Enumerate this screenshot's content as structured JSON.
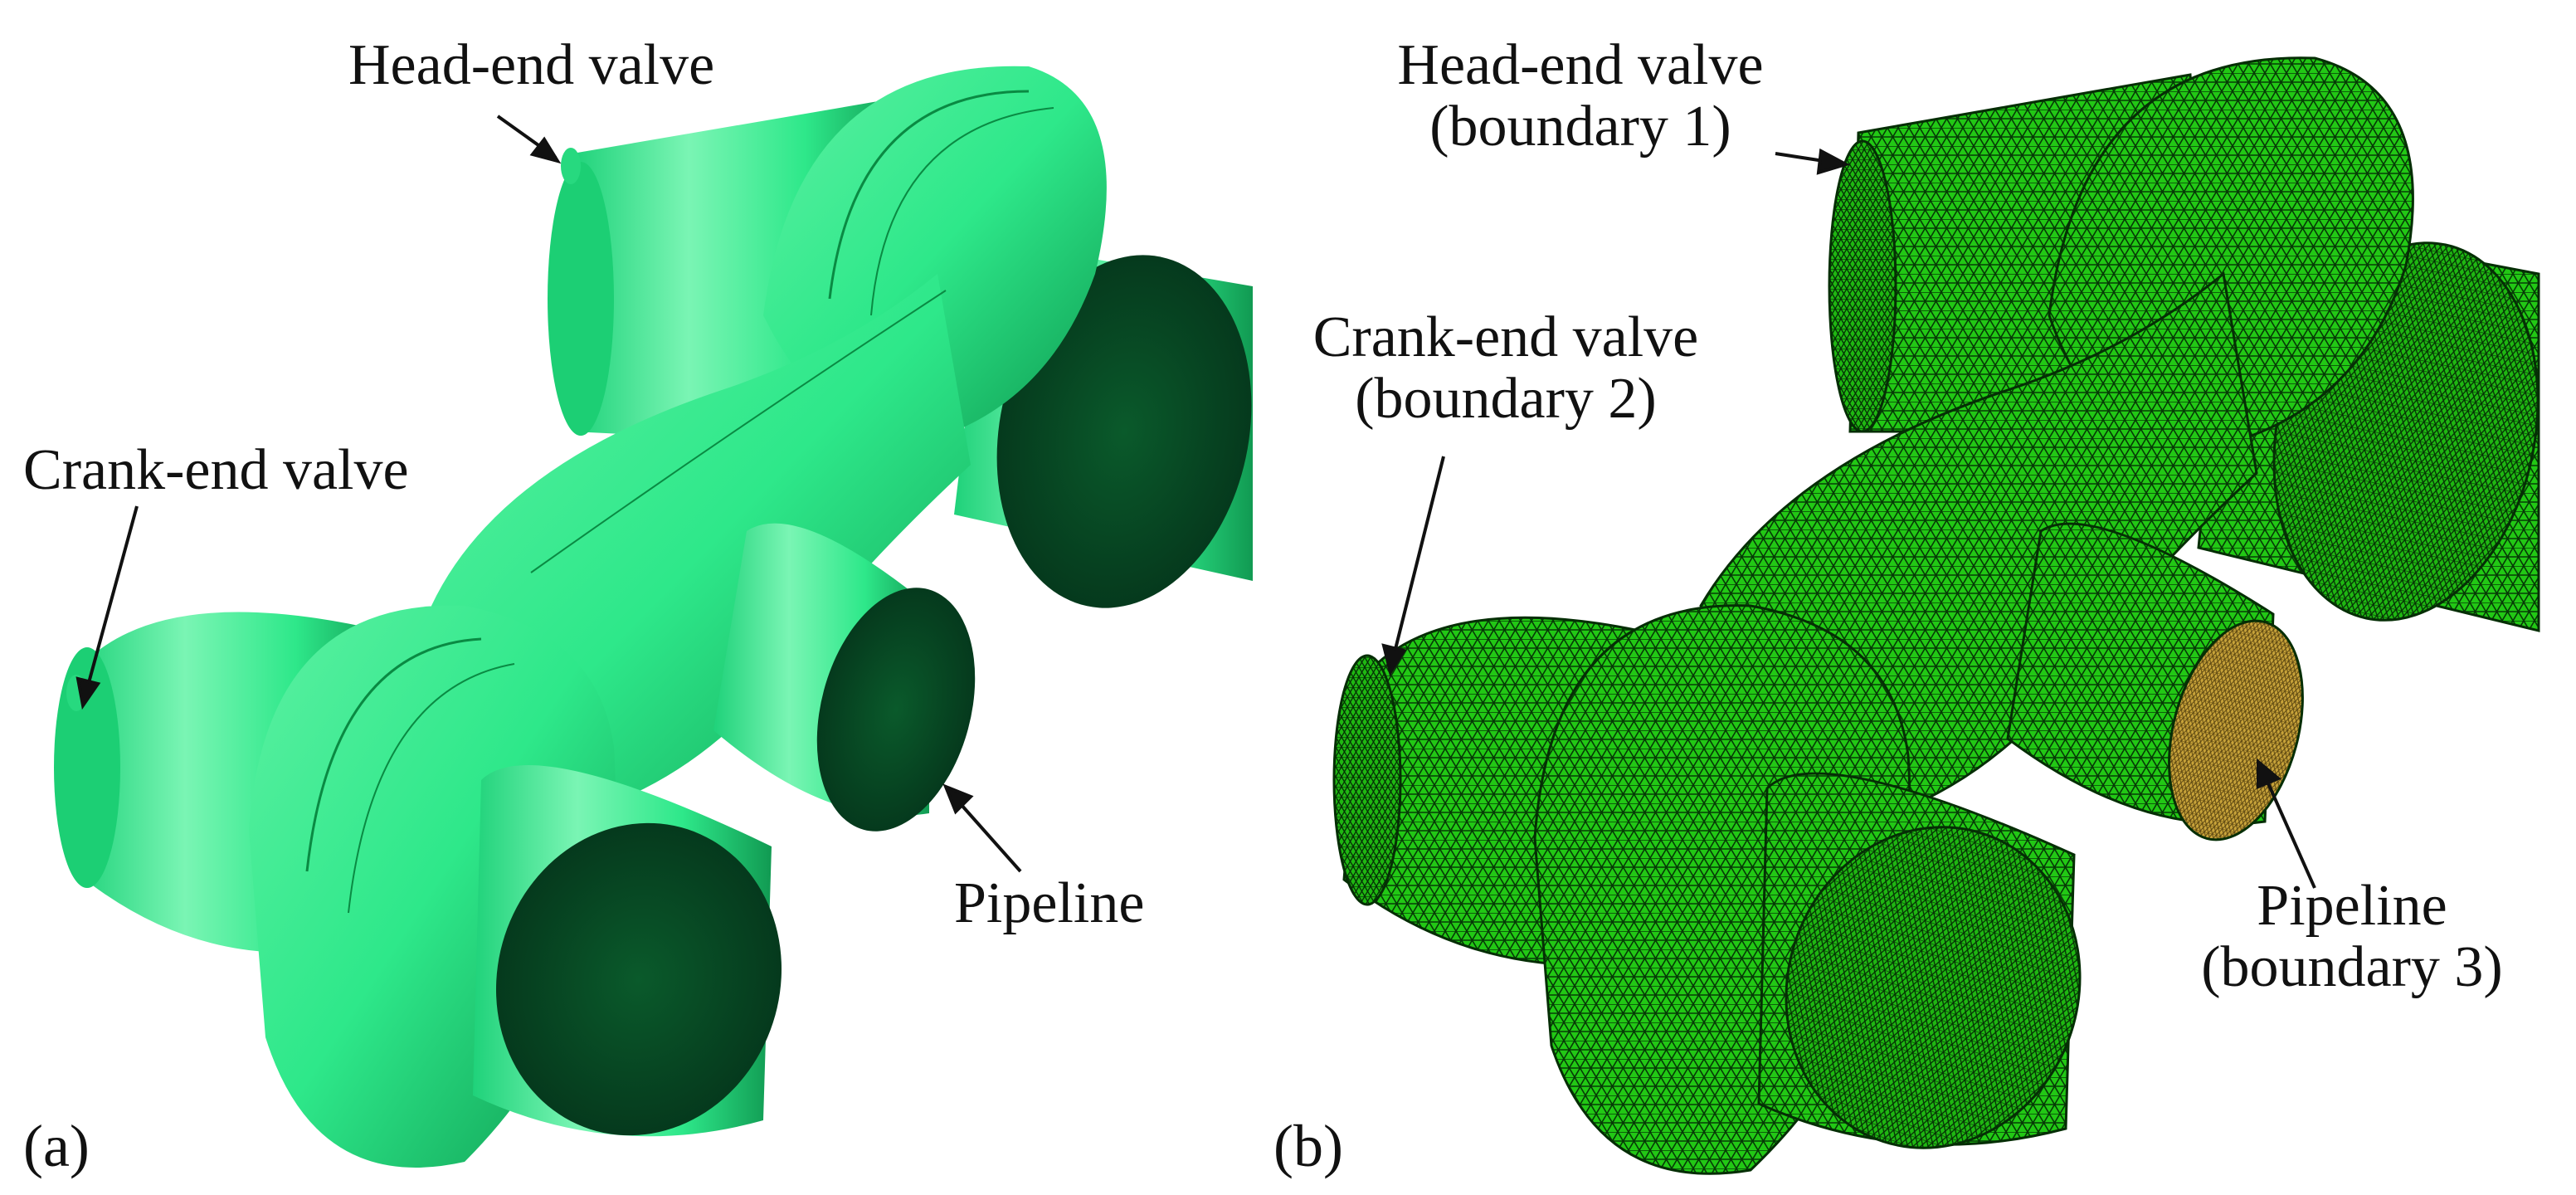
{
  "panels": [
    {
      "letter": "(a)",
      "labels": {
        "head_end": "Head-end valve",
        "crank_end": "Crank-end valve",
        "pipeline": "Pipeline"
      }
    },
    {
      "letter": "(b)",
      "labels": {
        "head_end": "Head-end valve",
        "head_end_sub": "(boundary 1)",
        "crank_end": "Crank-end valve",
        "crank_end_sub": "(boundary 2)",
        "pipeline": "Pipeline",
        "pipeline_sub": "(boundary 3)"
      }
    }
  ],
  "colors": {
    "solid_body": "#2ee88a",
    "solid_highlight": "#7af5b4",
    "solid_shadow": "#0d8a45",
    "cap_dark": "#06401f",
    "mesh_body": "#22c815",
    "mesh_line": "#063a06",
    "boundary_face": "#c9a43a"
  }
}
